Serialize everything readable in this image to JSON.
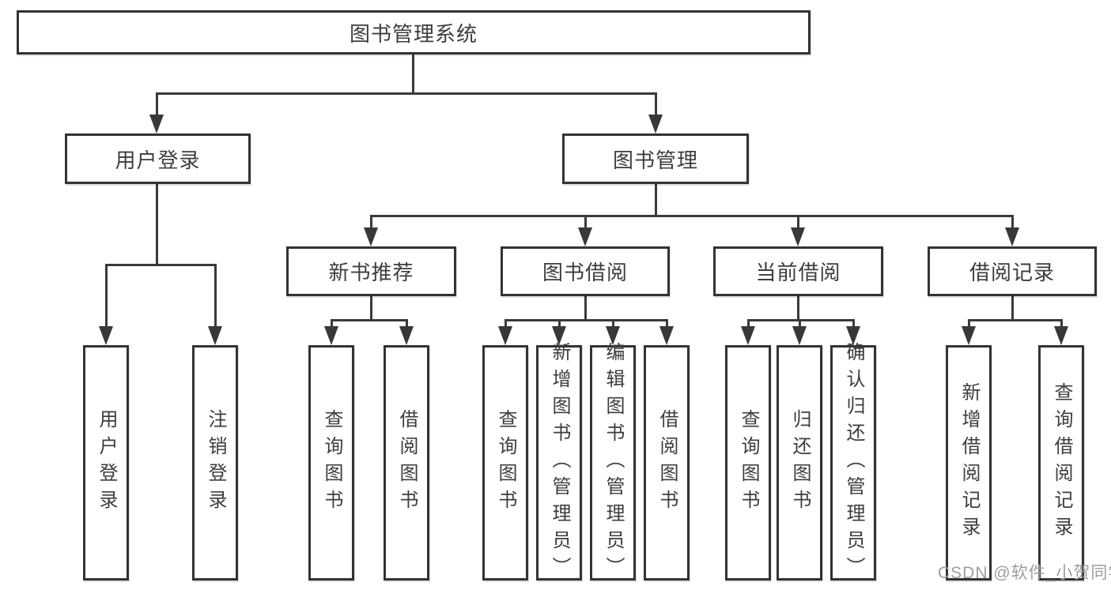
{
  "diagram": {
    "root": {
      "label": "图书管理系统"
    },
    "level2": {
      "user_login": {
        "label": "用户登录"
      },
      "book_mgmt": {
        "label": "图书管理"
      }
    },
    "level3": {
      "new_book": {
        "label": "新书推荐"
      },
      "book_borrow": {
        "label": "图书借阅"
      },
      "current_borrow": {
        "label": "当前借阅"
      },
      "borrow_record": {
        "label": "借阅记录"
      }
    },
    "leaves": {
      "user_login": [
        "用户登录",
        "注销登录"
      ],
      "new_book": [
        "查询图书",
        "借阅图书"
      ],
      "book_borrow": [
        "查询图书",
        "新增图书（管理员）",
        "编辑图书（管理员）",
        "借阅图书"
      ],
      "current_borrow": [
        "查询图书",
        "归还图书",
        "确认归还（管理员）"
      ],
      "borrow_record": [
        "新增借阅记录",
        "查询借阅记录"
      ]
    },
    "colors": {
      "line": "#3a3a3a",
      "box_border": "#333333",
      "text": "#3d3d3d",
      "watermark": "#9e9e9e",
      "background": "#ffffff"
    },
    "watermark": "CSDN @软件_小贺同学"
  }
}
